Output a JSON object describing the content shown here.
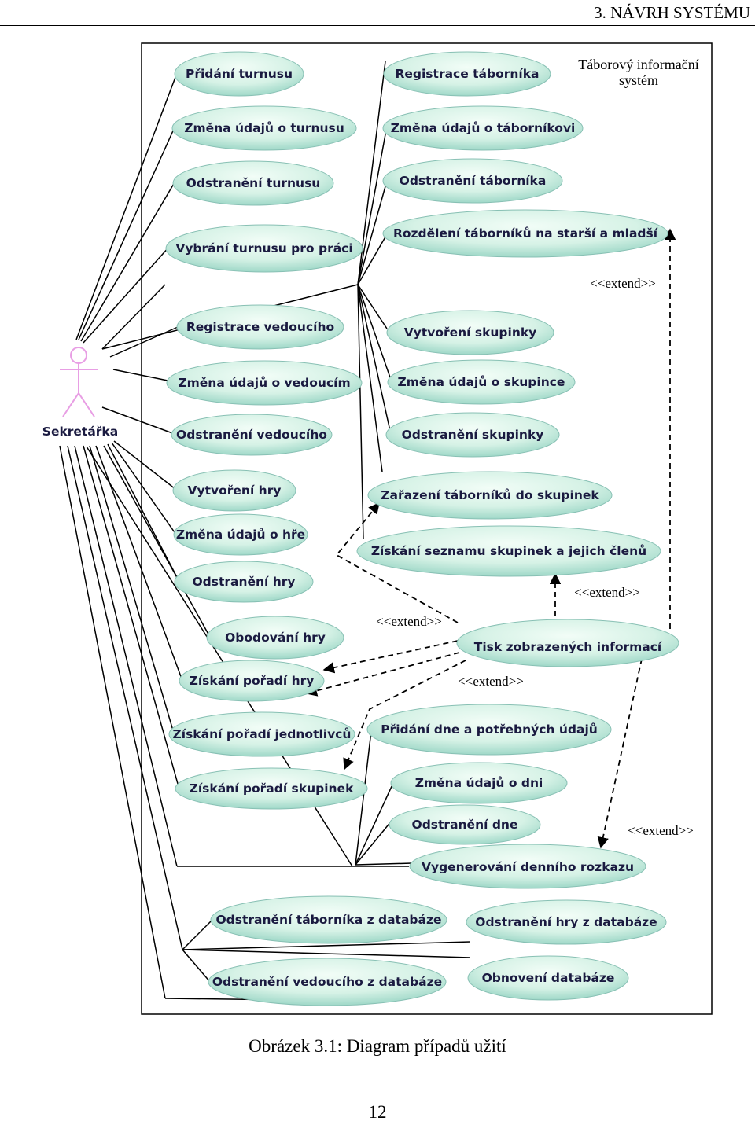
{
  "header": {
    "chapter": "3. NÁVRH SYSTÉMU"
  },
  "diagram": {
    "system_name_line1": "Táborový informační",
    "system_name_line2": "systém",
    "actor": {
      "name": "Sekretářka"
    },
    "extend_label": "<<extend>>",
    "use_cases": {
      "pridani_turnusu": "Přidání turnusu",
      "zmena_turnusu": "Změna údajů o turnusu",
      "odstraneni_turnusu": "Odstranění turnusu",
      "vybrani_turnusu": "Vybrání turnusu pro práci",
      "registrace_vedouciho": "Registrace vedoucího",
      "zmena_vedoucim": "Změna údajů o vedoucím",
      "odstraneni_vedouciho": "Odstranění vedoucího",
      "vytvoreni_hry": "Vytvoření hry",
      "zmena_hre": "Změna údajů o hře",
      "odstraneni_hry": "Odstranění hry",
      "obodovani_hry": "Obodování hry",
      "poradi_hry": "Získání pořadí hry",
      "poradi_jednotlivcu": "Získání pořadí jednotlivců",
      "poradi_skupinek": "Získání pořadí skupinek",
      "registrace_tabornika": "Registrace táborníka",
      "zmena_taborniku": "Změna údajů o táborníkovi",
      "odstraneni_tabornika": "Odstranění táborníka",
      "rozdeleni_taborniku": "Rozdělení táborníků na starší a mladší",
      "vytvoreni_skupinky": "Vytvoření skupinky",
      "zmena_skupince": "Změna údajů o skupince",
      "odstraneni_skupinky": "Odstranění skupinky",
      "zarazeni_taborniku": "Zařazení táborníků do skupinek",
      "seznam_skupinek": "Získání seznamu skupinek a jejich členů",
      "tisk": "Tisk zobrazených informací",
      "pridani_dne": "Přidání dne a potřebných údajů",
      "zmena_dni": "Změna údajů o dni",
      "odstraneni_dne": "Odstranění dne",
      "vygenerovani_rozkazu": "Vygenerování denního rozkazu",
      "odstraneni_tabornika_db": "Odstranění táborníka z databáze",
      "odstraneni_hry_db": "Odstranění hry z databáze",
      "odstraneni_vedouciho_db": "Odstranění vedoucího z databáze",
      "obnoveni_databaze": "Obnovení databáze"
    }
  },
  "caption": "Obrázek 3.1: Diagram případů užití",
  "page_number": "12"
}
